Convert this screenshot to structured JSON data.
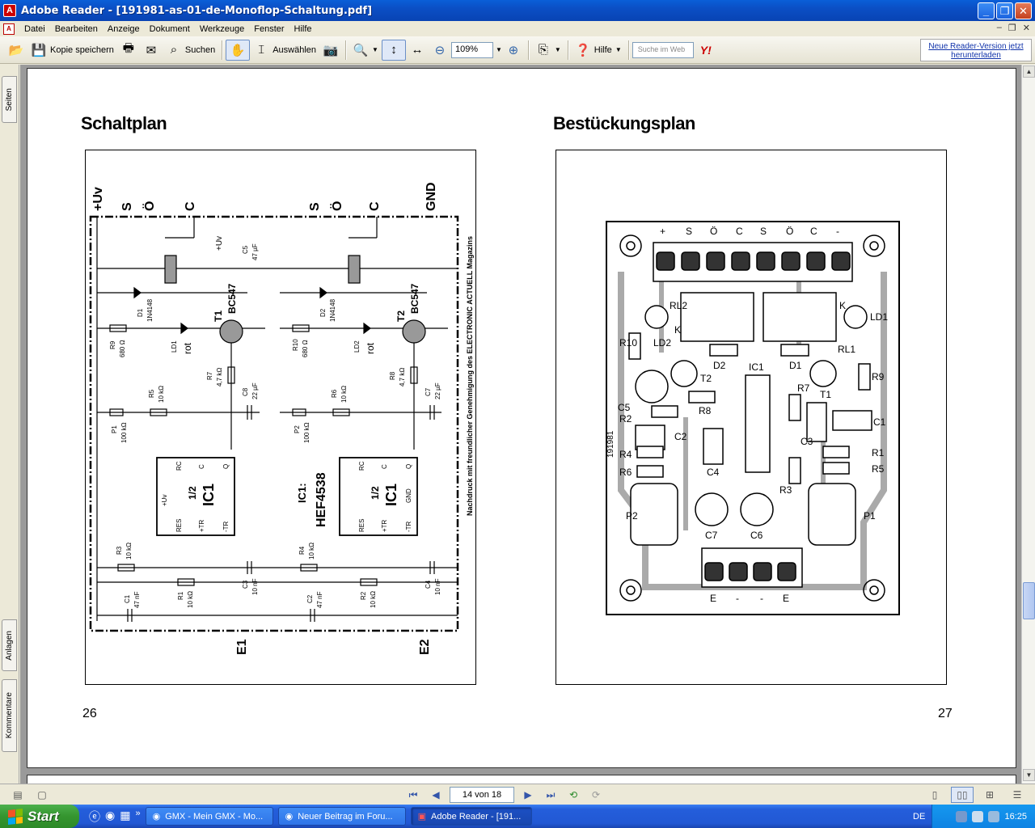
{
  "window": {
    "title": "Adobe Reader - [191981-as-01-de-Monoflop-Schaltung.pdf]",
    "app_icon": "adobe-reader-icon"
  },
  "menu": [
    "Datei",
    "Bearbeiten",
    "Anzeige",
    "Dokument",
    "Werkzeuge",
    "Fenster",
    "Hilfe"
  ],
  "toolbar": {
    "save_copy": "Kopie speichern",
    "search": "Suchen",
    "select": "Auswählen",
    "zoom_value": "109%",
    "help": "Hilfe",
    "search_web_placeholder": "Suche im Web",
    "update_link_line1": "Neue Reader-Version jetzt",
    "update_link_line2": "herunterladen"
  },
  "navpanel": {
    "tabs": [
      "Seiten",
      "Anlagen",
      "Kommentare"
    ]
  },
  "document": {
    "left_heading": "Schaltplan",
    "right_heading": "Bestückungsplan",
    "left_page_number": "26",
    "right_page_number": "27",
    "credit": "Nachdruck mit freundlicher Genehmigung des ELECTRONIC ACTUELL Magazins",
    "schematic_labels": {
      "uv": "+Uv",
      "s": "S",
      "o": "Ö",
      "c": "C",
      "gnd": "GND",
      "e1": "E1",
      "e2": "E2",
      "t1": "T1",
      "t2": "T2",
      "bc547": "BC547",
      "ic1": "IC1",
      "half": "1/2",
      "hef": "HEF4538",
      "ic1_colon": "IC1:",
      "d1": "D1",
      "d2": "D2",
      "diode": "1N4148",
      "ld1": "LD1",
      "ld2": "LD2",
      "rot": "rot",
      "r9": "R9",
      "r10": "R10",
      "r680": "680 Ω",
      "r7": "R7",
      "r8": "R8",
      "r47k": "4,7 kΩ",
      "c8": "C8",
      "c7": "C7",
      "c22u": "22 µF",
      "c5": "C5",
      "c47u": "47 µF",
      "p1": "P1",
      "p2": "P2",
      "p100k": "100 kΩ",
      "r5": "R5",
      "r6": "R6",
      "r3": "R3",
      "r4": "R4",
      "r1": "R1",
      "r2": "R2",
      "r10k": "10 kΩ",
      "c1": "C1",
      "c2": "C2",
      "c47n": "47 nF",
      "c3": "C3",
      "c4": "C4",
      "c10n": "10 nF",
      "pin_rc": "RC",
      "pin_c": "C",
      "pin_q": "Q",
      "pin_res": "RES",
      "pin_trp": "+TR",
      "pin_trn": "-TR",
      "pin_uv": "+Uv",
      "pin_gnd": "GND"
    },
    "pcb_labels": {
      "top_terminals": [
        "+",
        "S",
        "Ö",
        "C",
        "S",
        "Ö",
        "C",
        "-"
      ],
      "bottom_terminals": [
        "E",
        "-",
        "-",
        "E"
      ],
      "rl2": "RL2",
      "rl1": "RL1",
      "ld2": "LD2",
      "ld1": "LD1",
      "r10": "R10",
      "r9": "R9",
      "d2": "D2",
      "d1": "D1",
      "ic1": "IC1",
      "t2": "T2",
      "t1": "T1",
      "r7": "R7",
      "r8": "R8",
      "c5": "C5",
      "r2": "R2",
      "c2": "C2",
      "c3": "C3",
      "c1": "C1",
      "r4": "R4",
      "r6": "R6",
      "c4": "C4",
      "r3": "R3",
      "r1": "R1",
      "r5": "R5",
      "p2": "P2",
      "p1": "P1",
      "c7": "C7",
      "c6": "C6",
      "k": "K",
      "code": "191981"
    }
  },
  "statusbar": {
    "page_field": "14 von 18"
  },
  "taskbar": {
    "start": "Start",
    "tasks": [
      {
        "label": "GMX - Mein GMX - Mo...",
        "active": false
      },
      {
        "label": "Neuer Beitrag im Foru...",
        "active": false
      },
      {
        "label": "Adobe Reader - [191...",
        "active": true
      }
    ],
    "lang": "DE",
    "clock": "16:25"
  }
}
